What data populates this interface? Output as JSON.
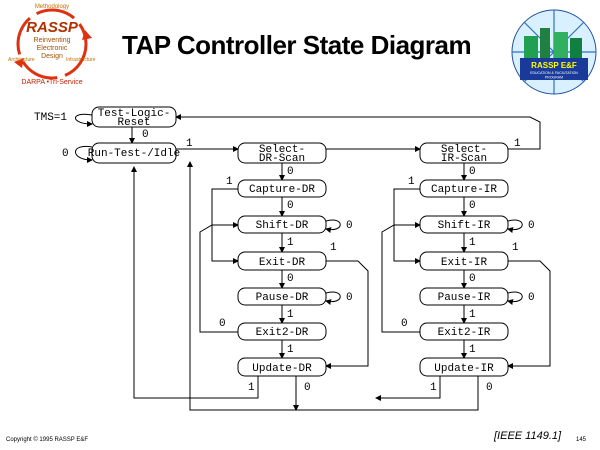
{
  "title": "TAP Controller State Diagram",
  "logo_left": {
    "top": "Methodology",
    "name": "RASSP",
    "motto": [
      "Reinventing",
      "Electronic",
      "Design"
    ],
    "left": "Architecture",
    "right": "Infrastructure",
    "bottom": "DARPA •Tri-Service"
  },
  "logo_right": {
    "name": "RASSP E&F",
    "lines": [
      "EDUCATION & FACILITATION",
      "PROGRAM"
    ]
  },
  "states": {
    "test_logic_reset": [
      "Test-Logic-",
      "Reset"
    ],
    "run_test_idle": "Run-Test-/Idle",
    "select_dr_scan": [
      "Select-",
      "DR-Scan"
    ],
    "select_ir_scan": [
      "Select-",
      "IR-Scan"
    ],
    "capture_dr": "Capture-DR",
    "shift_dr": "Shift-DR",
    "exit1_dr": "Exit-DR",
    "pause_dr": "Pause-DR",
    "exit2_dr": "Exit2-DR",
    "update_dr": "Update-DR",
    "capture_ir": "Capture-IR",
    "shift_ir": "Shift-IR",
    "exit1_ir": "Exit-IR",
    "pause_ir": "Pause-IR",
    "exit2_ir": "Exit2-IR",
    "update_ir": "Update-IR"
  },
  "labels": {
    "tms1": "TMS=1",
    "zero": "0",
    "one": "1"
  },
  "footer": {
    "copyright": "Copyright © 1995 RASSP E&F",
    "reference": "[IEEE 1149.1]",
    "page": "145"
  }
}
